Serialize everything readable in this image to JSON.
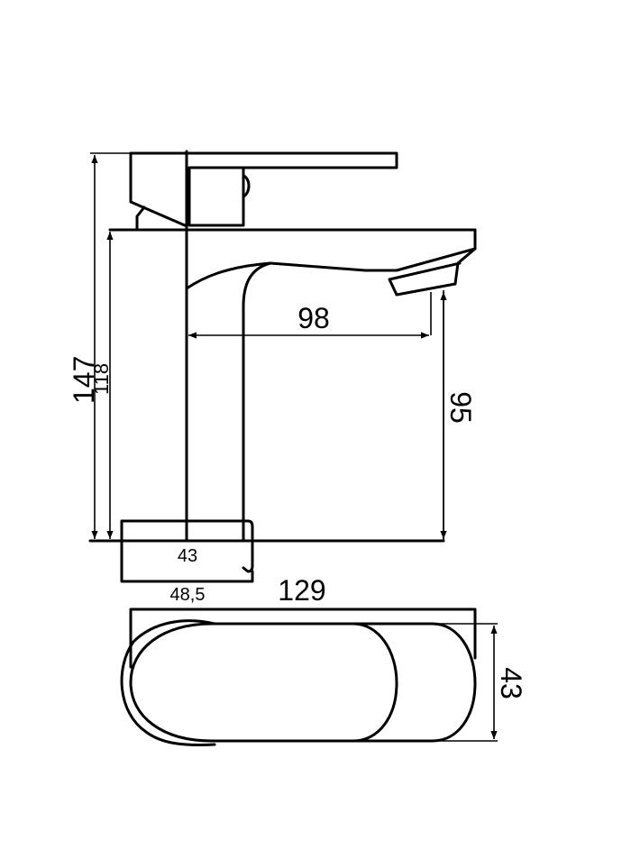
{
  "dimensions": {
    "total_height": "147",
    "body_height": "118",
    "spout_reach": "98",
    "spout_height": "95",
    "base_width": "43",
    "base_depth": "48,5",
    "top_length": "129",
    "top_width": "43"
  }
}
